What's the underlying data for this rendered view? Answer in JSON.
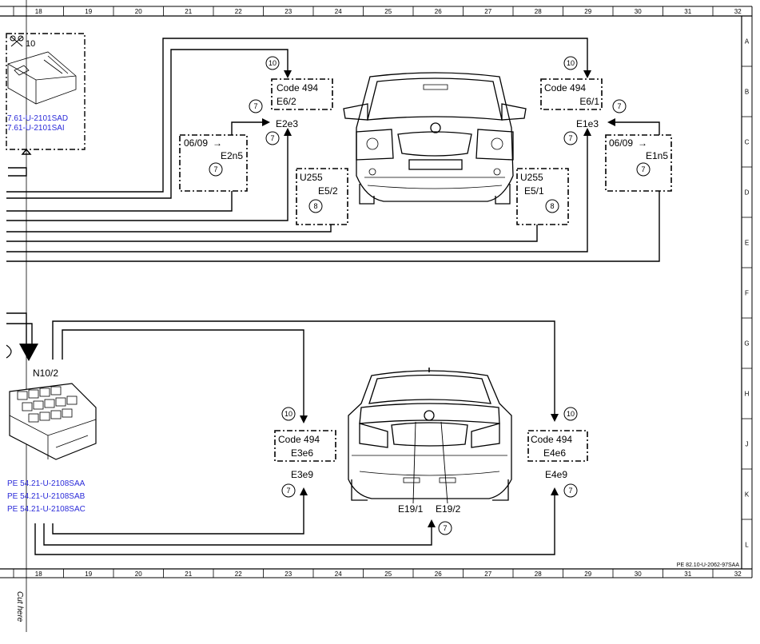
{
  "ruler": {
    "columns": [
      "18",
      "19",
      "20",
      "21",
      "22",
      "23",
      "24",
      "25",
      "26",
      "27",
      "28",
      "29",
      "30",
      "31",
      "32"
    ],
    "rows": [
      "A",
      "B",
      "C",
      "D",
      "E",
      "F",
      "G",
      "H",
      "J",
      "K",
      "L"
    ]
  },
  "top_left_module": {
    "number": "10",
    "refs": [
      "7.61-U-2101SAD",
      "7.61-U-2101SAI"
    ]
  },
  "lamps": {
    "e6_2": {
      "code": "Code 494",
      "name": "E6/2",
      "circle": "10"
    },
    "e6_1": {
      "code": "Code 494",
      "name": "E6/1",
      "circle": "10"
    },
    "e2e3": {
      "name": "E2e3",
      "circle_a": "7",
      "circle_b": "7"
    },
    "e1e3": {
      "name": "E1e3",
      "circle_a": "7",
      "circle_b": "7"
    },
    "e2n5": {
      "date": "06/09",
      "arrow": "→",
      "name": "E2n5",
      "circle": "7"
    },
    "e1n5": {
      "date": "06/09",
      "arrow": "→",
      "name": "E1n5",
      "circle": "7"
    },
    "e5_2": {
      "code": "U255",
      "name": "E5/2",
      "circle": "8"
    },
    "e5_1": {
      "code": "U255",
      "name": "E5/1",
      "circle": "8"
    },
    "e3e6": {
      "code": "Code 494",
      "name": "E3e6",
      "circle": "10"
    },
    "e4e6": {
      "code": "Code 494",
      "name": "E4e6",
      "circle": "10"
    },
    "e3e9": {
      "name": "E3e9",
      "circle": "7"
    },
    "e4e9": {
      "name": "E4e9",
      "circle": "7"
    },
    "e19": {
      "left": "E19/1",
      "right": "E19/2",
      "circle": "7"
    }
  },
  "module_n10": {
    "name": "N10/2",
    "refs": [
      "PE 54.21-U-2108SAA",
      "PE 54.21-U-2108SAB",
      "PE 54.21-U-2108SAC"
    ]
  },
  "footer": {
    "doc_ref": "PE 82.10-U-2062-97SAA",
    "cut_here": "Cut here"
  }
}
